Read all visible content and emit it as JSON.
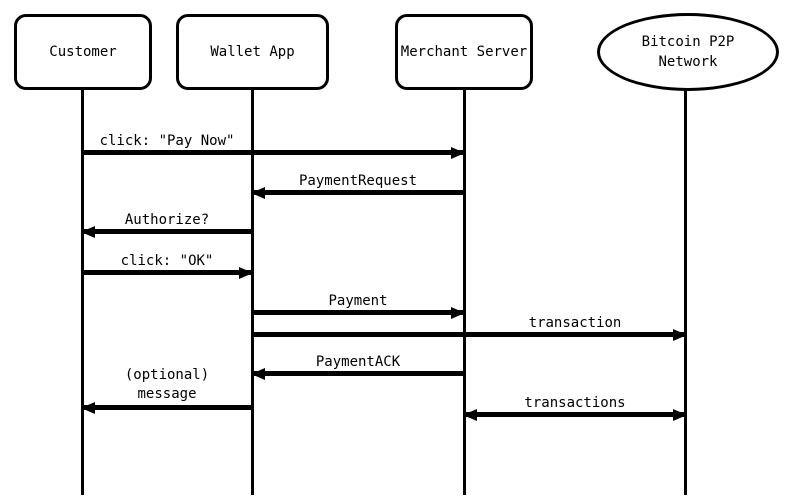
{
  "diagram": {
    "type": "sequence-diagram",
    "colors": {
      "line": "#000000",
      "background": "#ffffff",
      "shape_fill": "#ffffff",
      "text": "#000000"
    },
    "participants": [
      {
        "name": "Customer",
        "shape": "rounded-rect"
      },
      {
        "name": "Wallet App",
        "shape": "rounded-rect"
      },
      {
        "name": "Merchant Server",
        "shape": "rounded-rect"
      },
      {
        "name": "Bitcoin P2P\nNetwork",
        "shape": "ellipse"
      }
    ],
    "messages": [
      {
        "label": "click: \"Pay Now\"",
        "from": "Customer",
        "to": "Merchant Server",
        "arrow": "right"
      },
      {
        "label": "PaymentRequest",
        "from": "Merchant Server",
        "to": "Wallet App",
        "arrow": "left"
      },
      {
        "label": "Authorize?",
        "from": "Wallet App",
        "to": "Customer",
        "arrow": "left"
      },
      {
        "label": "click: \"OK\"",
        "from": "Customer",
        "to": "Wallet App",
        "arrow": "right"
      },
      {
        "label": "Payment",
        "from": "Wallet App",
        "to": "Merchant Server",
        "arrow": "right"
      },
      {
        "label": "transaction",
        "from": "Wallet App",
        "to": "Bitcoin P2P Network",
        "arrow": "right"
      },
      {
        "label": "PaymentACK",
        "from": "Merchant Server",
        "to": "Wallet App",
        "arrow": "left"
      },
      {
        "label": "(optional)\nmessage",
        "from": "Wallet App",
        "to": "Customer",
        "arrow": "left"
      },
      {
        "label": "transactions",
        "from": "Merchant Server",
        "to": "Bitcoin P2P Network",
        "arrow": "both"
      }
    ]
  }
}
